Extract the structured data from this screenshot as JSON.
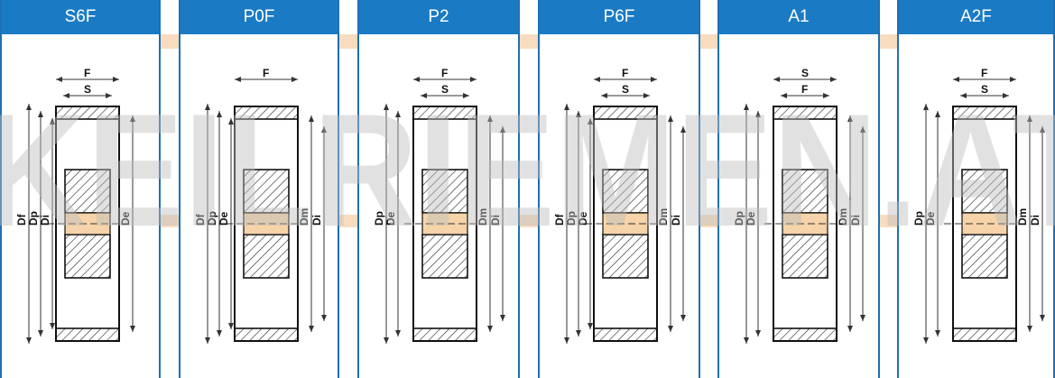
{
  "watermark": "KEILRIEMEN.AT",
  "colors": {
    "header_bg": "#1a7bc4",
    "frame": "#1f6fb5",
    "watermark": "#c9c9c9",
    "band": "#f3c08a"
  },
  "panels": [
    {
      "title": "S6F",
      "top_dims": [
        "F",
        "S"
      ],
      "left_dims": [
        "Df",
        "Dp",
        "Di"
      ],
      "right_dims": [
        "De"
      ]
    },
    {
      "title": "P0F",
      "top_dims": [
        "F"
      ],
      "left_dims": [
        "Df",
        "Dp",
        "De"
      ],
      "right_dims": [
        "Dm",
        "Di"
      ]
    },
    {
      "title": "P2",
      "top_dims": [
        "F",
        "S"
      ],
      "left_dims": [
        "Dp",
        "De"
      ],
      "right_dims": [
        "Dm",
        "Di"
      ]
    },
    {
      "title": "P6F",
      "top_dims": [
        "F",
        "S"
      ],
      "left_dims": [
        "Df",
        "Dp",
        "De"
      ],
      "right_dims": [
        "Dm",
        "Di"
      ]
    },
    {
      "title": "A1",
      "top_dims": [
        "S",
        "F"
      ],
      "left_dims": [
        "Dp",
        "De"
      ],
      "right_dims": [
        "Dm",
        "Di"
      ]
    },
    {
      "title": "A2F",
      "top_dims": [
        "F",
        "S"
      ],
      "left_dims": [
        "Dp",
        "De"
      ],
      "right_dims": [
        "Dm",
        "Di"
      ]
    }
  ]
}
